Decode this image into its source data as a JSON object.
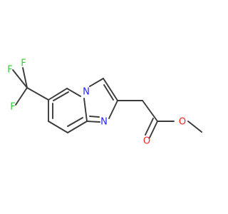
{
  "molecule": {
    "colors": {
      "bond": "#3a3a3a",
      "fluorine": "#33cc33",
      "nitrogen": "#2222ff",
      "oxygen": "#ff2020"
    },
    "atoms": {
      "f1": {
        "symbol": "F",
        "element": "fluorine"
      },
      "f2": {
        "symbol": "F",
        "element": "fluorine"
      },
      "f3": {
        "symbol": "F",
        "element": "fluorine"
      },
      "n_bridge": {
        "symbol": "N",
        "element": "nitrogen"
      },
      "n_imidazole": {
        "symbol": "N",
        "element": "nitrogen"
      },
      "o_carbonyl": {
        "symbol": "O",
        "element": "oxygen"
      },
      "o_ester": {
        "symbol": "O",
        "element": "oxygen"
      }
    }
  }
}
